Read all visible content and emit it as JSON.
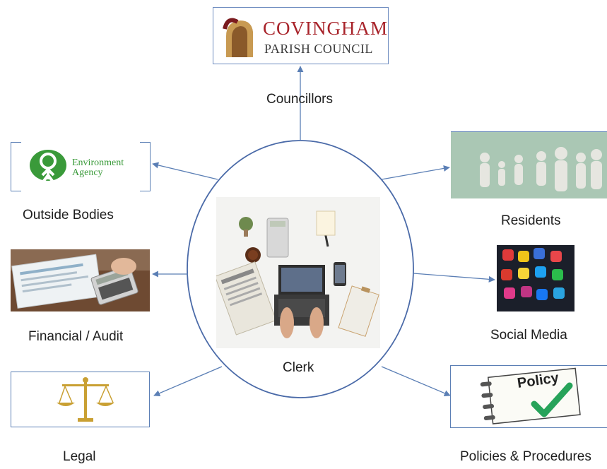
{
  "center": {
    "label": "Clerk"
  },
  "nodes": {
    "top": {
      "label": "Councillors",
      "logo_line1": "COVINGHAM",
      "logo_line2": "PARISH COUNCIL"
    },
    "left_1": {
      "label": "Outside Bodies",
      "logo_line1": "Environment",
      "logo_line2": "Agency"
    },
    "left_2": {
      "label": "Financial / Audit"
    },
    "left_3": {
      "label": "Legal"
    },
    "right_1": {
      "label": "Residents"
    },
    "right_2": {
      "label": "Social Media"
    },
    "right_3": {
      "label": "Policies & Procedures",
      "image_text": "Policy"
    }
  },
  "colors": {
    "connector": "#5b7fb5",
    "ellipse": "#4a6aa8",
    "covingham_red": "#a8232a",
    "env_green": "#3a9a3a"
  }
}
